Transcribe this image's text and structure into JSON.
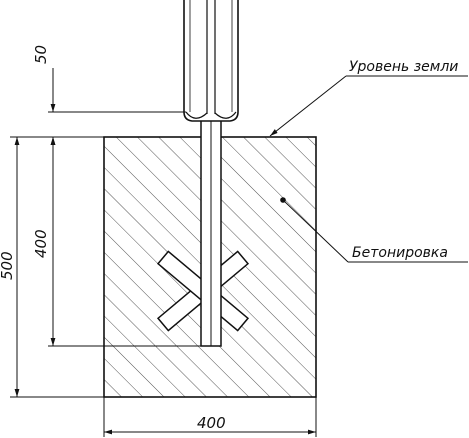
{
  "labels": {
    "ground_level": "Уровень земли",
    "concreting": "Бетонировка"
  },
  "dimensions": {
    "above_ground": "50",
    "embed_depth": "400",
    "total_depth": "500",
    "width": "400"
  }
}
